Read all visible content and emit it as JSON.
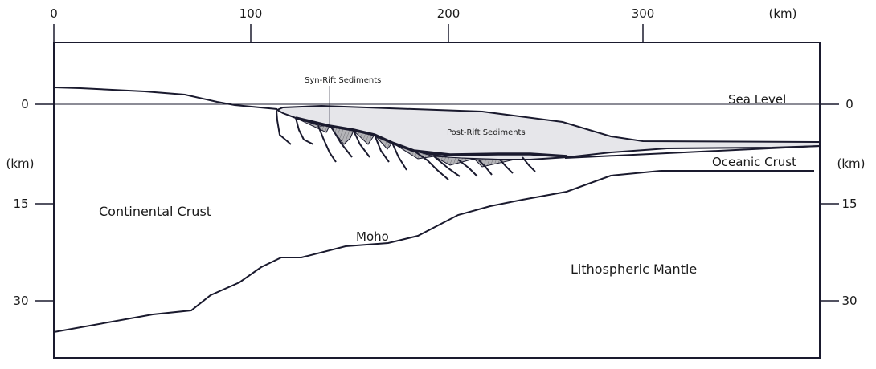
{
  "diagram": {
    "top_axis": {
      "ticks": [
        "0",
        "100",
        "200",
        "300"
      ],
      "unit": "(km)"
    },
    "left_axis": {
      "ticks": [
        "0",
        "15",
        "30"
      ],
      "unit": "(km)"
    },
    "right_axis": {
      "ticks": [
        "0",
        "15",
        "30"
      ],
      "unit": "(km)"
    },
    "labels": {
      "sea_level": "Sea Level",
      "syn_rift": "Syn-Rift Sediments",
      "post_rift": "Post-Rift Sediments",
      "oceanic_crust": "Oceanic Crust",
      "continental_crust": "Continental Crust",
      "moho": "Moho",
      "lithospheric_mantle": "Lithospheric Mantle"
    },
    "colors": {
      "post_rift_fill": "#e6e6ea",
      "syn_rift_fill": "#a9a9ae",
      "line": "#1a1a2e"
    }
  }
}
